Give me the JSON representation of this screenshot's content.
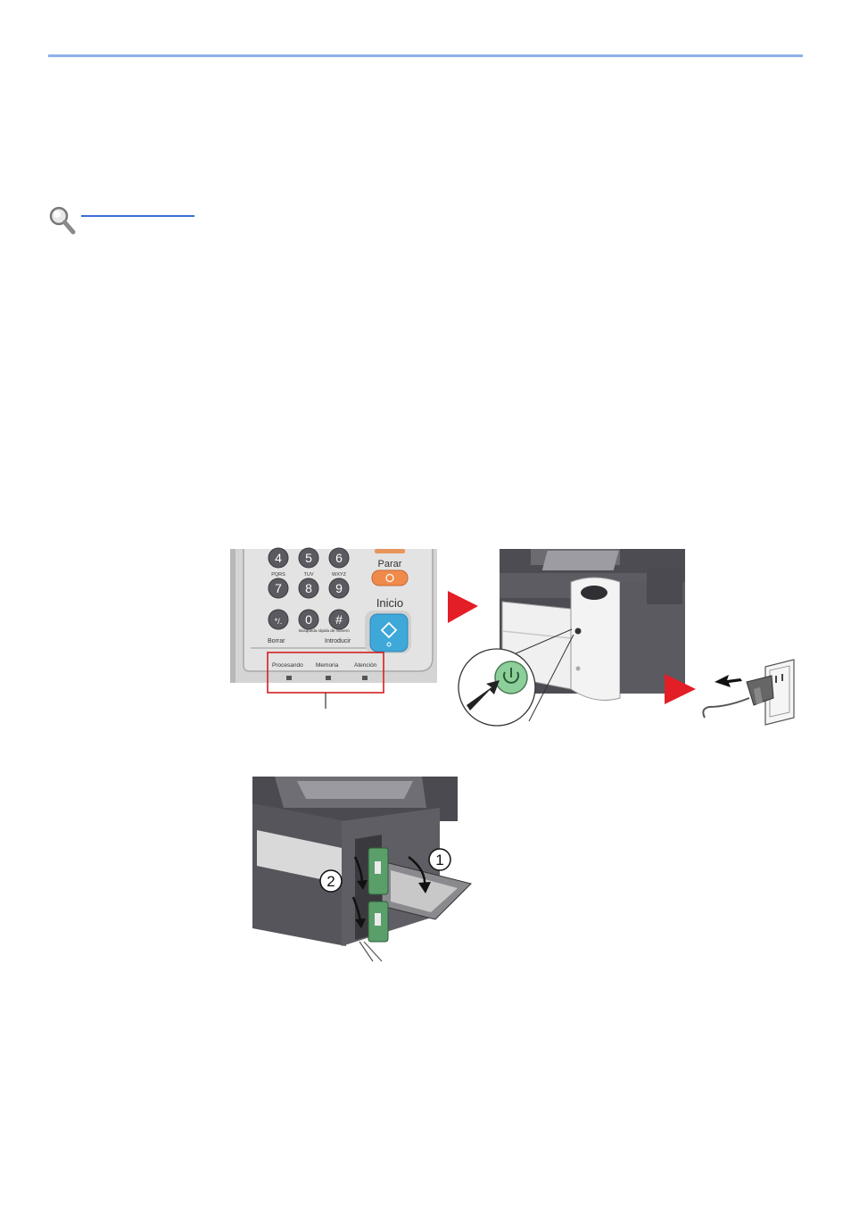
{
  "figure1": {
    "panel": {
      "keys": [
        {
          "id": "key-4",
          "digit": "4",
          "sub": "PQRS"
        },
        {
          "id": "key-5",
          "digit": "5",
          "sub": "TUV"
        },
        {
          "id": "key-6",
          "digit": "6",
          "sub": "WXYZ"
        },
        {
          "id": "key-7",
          "digit": "7",
          "sub": ""
        },
        {
          "id": "key-8",
          "digit": "8",
          "sub": ""
        },
        {
          "id": "key-9",
          "digit": "9",
          "sub": ""
        },
        {
          "id": "key-star",
          "digit": "*/.",
          "sub": ""
        },
        {
          "id": "key-0",
          "digit": "0",
          "sub": ""
        },
        {
          "id": "key-hash",
          "digit": "#",
          "sub": ""
        }
      ],
      "stop_label": "Parar",
      "start_label": "Inicio",
      "clear_label": "Borrar",
      "quick_dial_label": "Búsqueda rápida de número",
      "enter_label": "Introducir",
      "indicators": [
        "Procesando",
        "Memoria",
        "Atención"
      ]
    }
  },
  "figure2": {
    "callout_1": "1",
    "callout_2": "2"
  },
  "colors": {
    "rule": "#8fb0e8",
    "arrow_red": "#e41e26",
    "start_button": "#3ea8d8",
    "stop_button": "#f08a4b",
    "callout_box": "#d42020",
    "green_part": "#5a9e6a"
  }
}
